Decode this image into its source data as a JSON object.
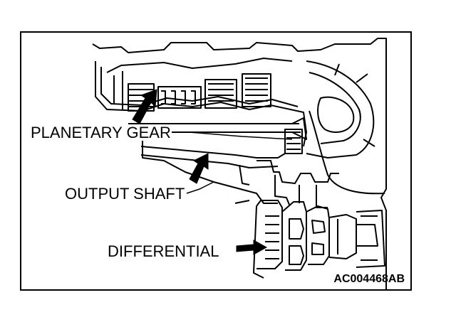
{
  "figure": {
    "labels": {
      "planetary_gear": "PLANETARY GEAR",
      "output_shaft": "OUTPUT SHAFT",
      "differential": "DIFFERENTIAL"
    },
    "figure_code": "AC004468AB"
  }
}
